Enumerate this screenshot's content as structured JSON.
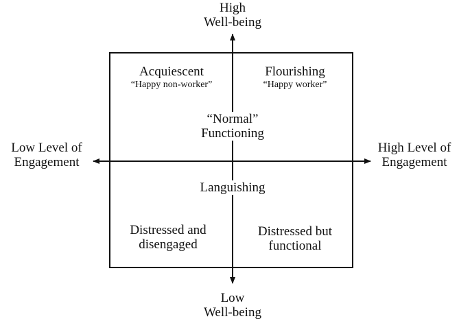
{
  "axes": {
    "top": [
      "High",
      "Well-being"
    ],
    "bottom": [
      "Low",
      "Well-being"
    ],
    "left": [
      "Low Level of",
      "Engagement"
    ],
    "right": [
      "High Level of",
      "Engagement"
    ]
  },
  "quadrants": {
    "top_left": {
      "title": "Acquiescent",
      "subtitle": "“Happy non-worker”"
    },
    "top_right": {
      "title": "Flourishing",
      "subtitle": "“Happy worker”"
    },
    "bottom_left": {
      "title": [
        "Distressed and",
        "disengaged"
      ]
    },
    "bottom_right": {
      "title": [
        "Distressed but",
        "functional"
      ]
    }
  },
  "center": {
    "upper": [
      "“Normal”",
      "Functioning"
    ],
    "lower": "Languishing"
  },
  "colors": {
    "line": "#111111",
    "text": "#111111",
    "background": "#ffffff"
  }
}
